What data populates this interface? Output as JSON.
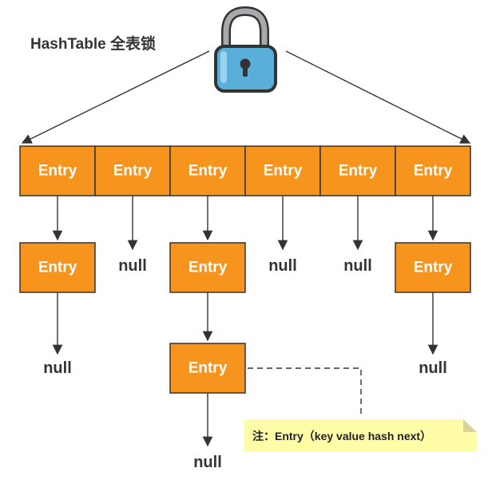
{
  "title": "HashTable 全表锁",
  "lock_icon": "padlock-icon",
  "colors": {
    "entry_fill": "#F7941D",
    "lock_body": "#5AAFD9",
    "lock_shackle": "#A7A9AC",
    "note_fill": "#FFFCA8"
  },
  "table": {
    "buckets": [
      {
        "label": "Entry",
        "chain": [
          "Entry",
          "null"
        ]
      },
      {
        "label": "Entry",
        "chain": [
          "null"
        ]
      },
      {
        "label": "Entry",
        "chain": [
          "Entry",
          "Entry",
          "null"
        ]
      },
      {
        "label": "Entry",
        "chain": [
          "null"
        ]
      },
      {
        "label": "Entry",
        "chain": [
          "null"
        ]
      },
      {
        "label": "Entry",
        "chain": [
          "Entry",
          "null"
        ]
      }
    ]
  },
  "note": {
    "text": "注：Entry（key value hash next）"
  }
}
